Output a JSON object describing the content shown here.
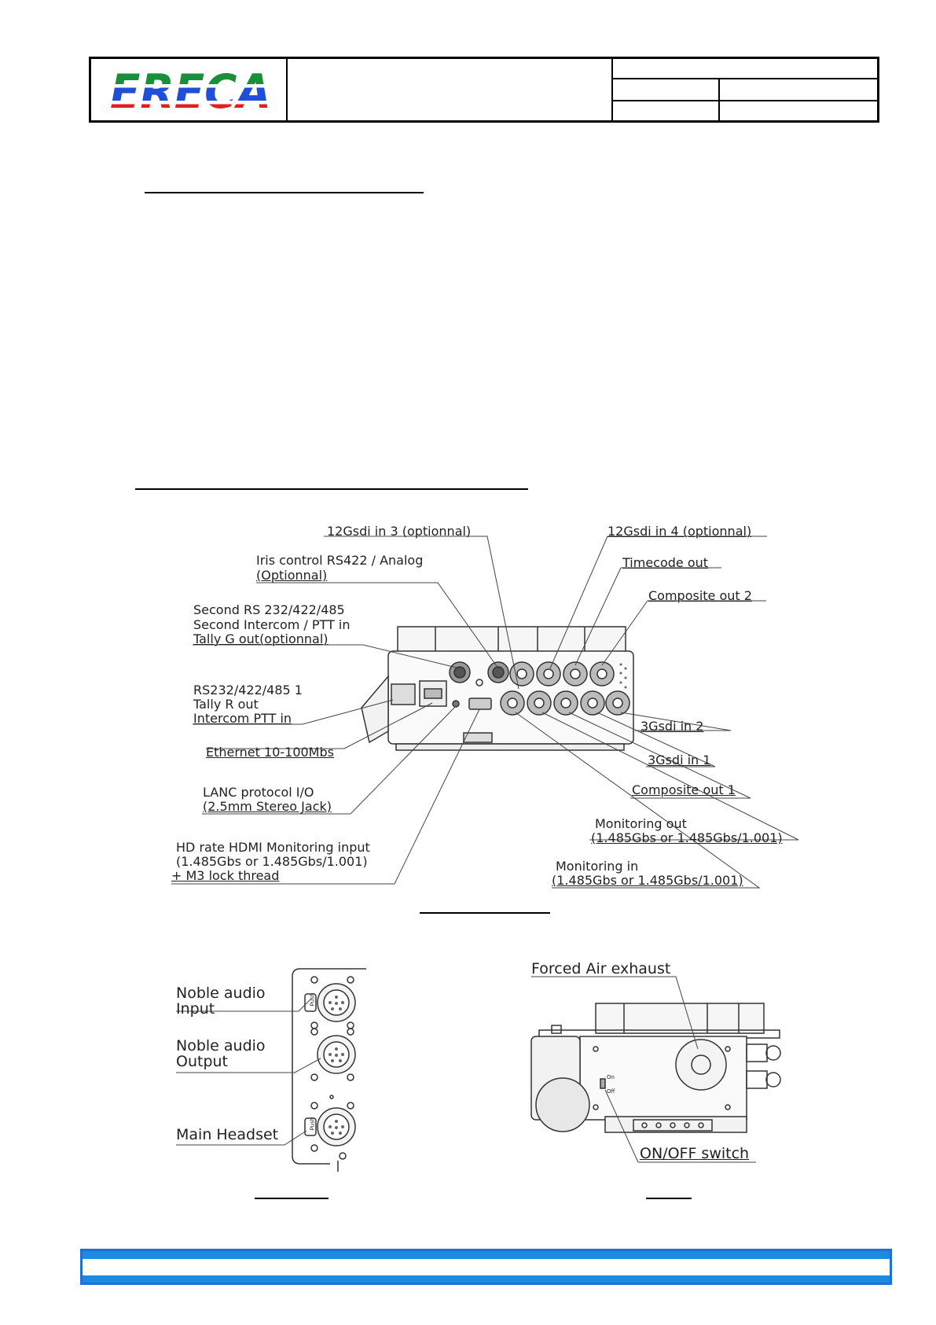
{
  "header": {
    "logo_text": "ERECA",
    "colors": {
      "green": "#1a8f3a",
      "blue": "#1f4fd6",
      "red": "#e0201c"
    }
  },
  "front_labels": {
    "sdi_in3": "12Gsdi in 3 (optionnal)",
    "sdi_in4": "12Gsdi in 4 (optionnal)",
    "iris_1": "Iris control RS422 / Analog",
    "iris_2": "(Optionnal)",
    "timecode": "Timecode out",
    "composite2": "Composite out 2",
    "second_1": "Second RS 232/422/485",
    "second_2": "Second Intercom / PTT in",
    "second_3": "Tally G out(optionnal)",
    "rs_1": "RS232/422/485 1",
    "rs_2": "Tally R out",
    "rs_3": "Intercom PTT in",
    "sdi_3g2": "3Gsdi in 2",
    "ethernet": "Ethernet 10-100Mbs",
    "sdi_3g1": "3Gsdi in 1",
    "lanc_1": "LANC protocol I/O",
    "lanc_2": "(2.5mm Stereo Jack)",
    "composite1": "Composite out 1",
    "mon_out_1": "Monitoring out",
    "mon_out_2": "(1.485Gbs or 1.485Gbs/1.001)",
    "hdmi_1": "HD rate HDMI Monitoring input",
    "hdmi_2": "(1.485Gbs or 1.485Gbs/1.001)",
    "hdmi_3": "+ M3 lock thread",
    "mon_in_1": "Monitoring in",
    "mon_in_2": "(1.485Gbs or 1.485Gbs/1.001)"
  },
  "side_labels": {
    "noble_in_1": "Noble audio",
    "noble_in_2": "Input",
    "noble_out_1": "Noble audio",
    "noble_out_2": "Output",
    "headset": "Main Headset",
    "exhaust": "Forced Air exhaust",
    "onoff": "ON/OFF switch",
    "on": "On",
    "off": "Off",
    "push": "Push"
  }
}
